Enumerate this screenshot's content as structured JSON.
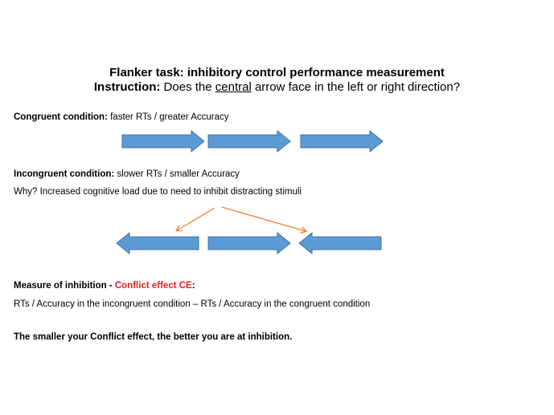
{
  "header": {
    "title": "Flanker task: inhibitory control performance measurement",
    "instruction_label": "Instruction:",
    "instruction_pre": " Does the ",
    "instruction_underlined": "central",
    "instruction_post": " arrow face in the left or right direction?"
  },
  "congruent": {
    "label": "Congruent condition:",
    "text": " faster RTs / greater Accuracy",
    "arrows": [
      "right",
      "right",
      "right"
    ]
  },
  "incongruent": {
    "label": "Incongruent condition:",
    "text": " slower RTs / smaller Accuracy",
    "why": "Why? Increased cognitive load due to need to inhibit distracting stimuli",
    "arrows": [
      "left",
      "right",
      "left"
    ]
  },
  "measure": {
    "label": "Measure of inhibition - ",
    "highlight": "Conflict effect CE",
    "colon": ":",
    "formula": "RTs / Accuracy in the incongruent condition – RTs / Accuracy in the congruent condition",
    "conclusion": "The smaller your Conflict effect, the better you are at inhibition."
  },
  "colors": {
    "arrow_fill": "#5b9bd5",
    "arrow_stroke": "#41719c",
    "pointer": "#ed7d31",
    "highlight": "#e02020"
  }
}
